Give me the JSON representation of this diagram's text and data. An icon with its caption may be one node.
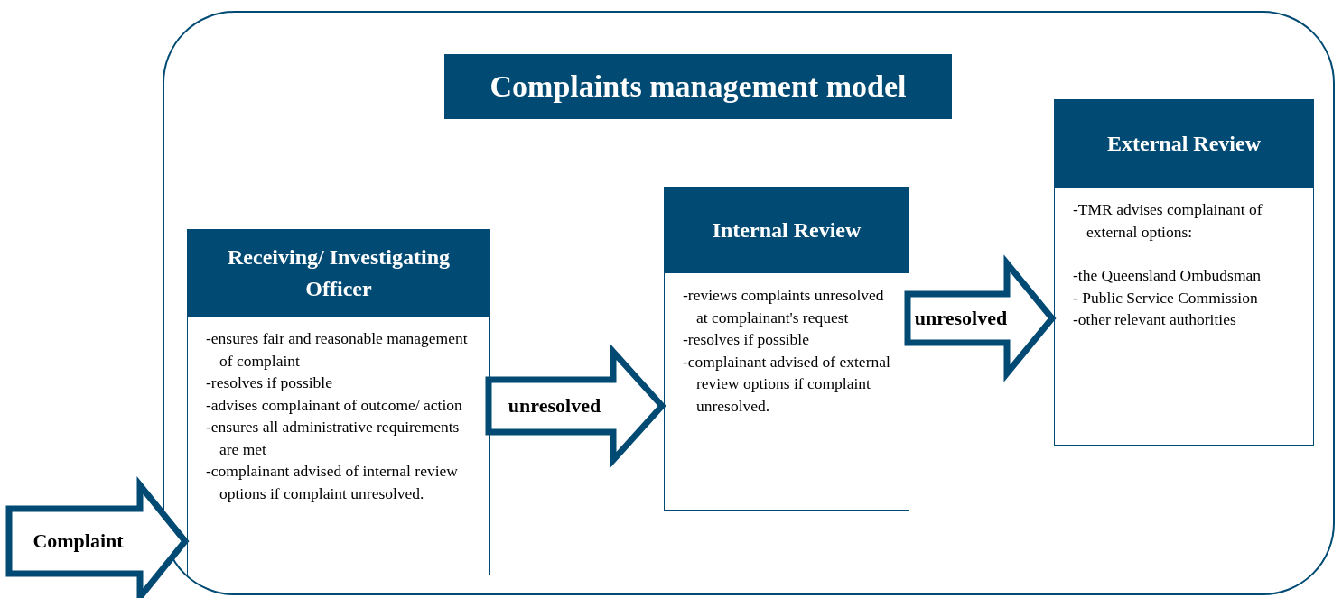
{
  "diagram": {
    "title": "Complaints management model",
    "nodes": [
      {
        "text": [],
        "shape": "box"
      },
      {
        "text": [
          "Receiving/ Investigating Officer",
          "-ensures fair and reasonable management of complaint",
          "-resolves if possible",
          "-advises complainant of outcome/ action",
          "-ensures all administrative requirements are met",
          "-complainant advised of internal review options if complaint unresolved."
        ],
        "in": 0
      },
      {
        "text": [
          "Internal Review",
          "-reviews complaints unresolved at complainant's request",
          "-resolves if possible",
          "-complainant advised of external review options if complaint unresolved."
        ],
        "in": 0
      },
      {
        "text": [
          "External Review",
          "-TMR advises complainant of external options:",
          "-the Queensland Ombudsman",
          "- Public Service Commission",
          "-other relevant authorities"
        ],
        "in": 0
      }
    ],
    "edges": [
      {
        "from": null,
        "to": 1,
        "arrow": "to",
        "label": "Complaint"
      },
      {
        "from": 1,
        "to": 2,
        "arrow": "to",
        "label": "unresolved"
      },
      {
        "from": 2,
        "to": 3,
        "arrow": "to",
        "label": "unresolved"
      }
    ]
  }
}
